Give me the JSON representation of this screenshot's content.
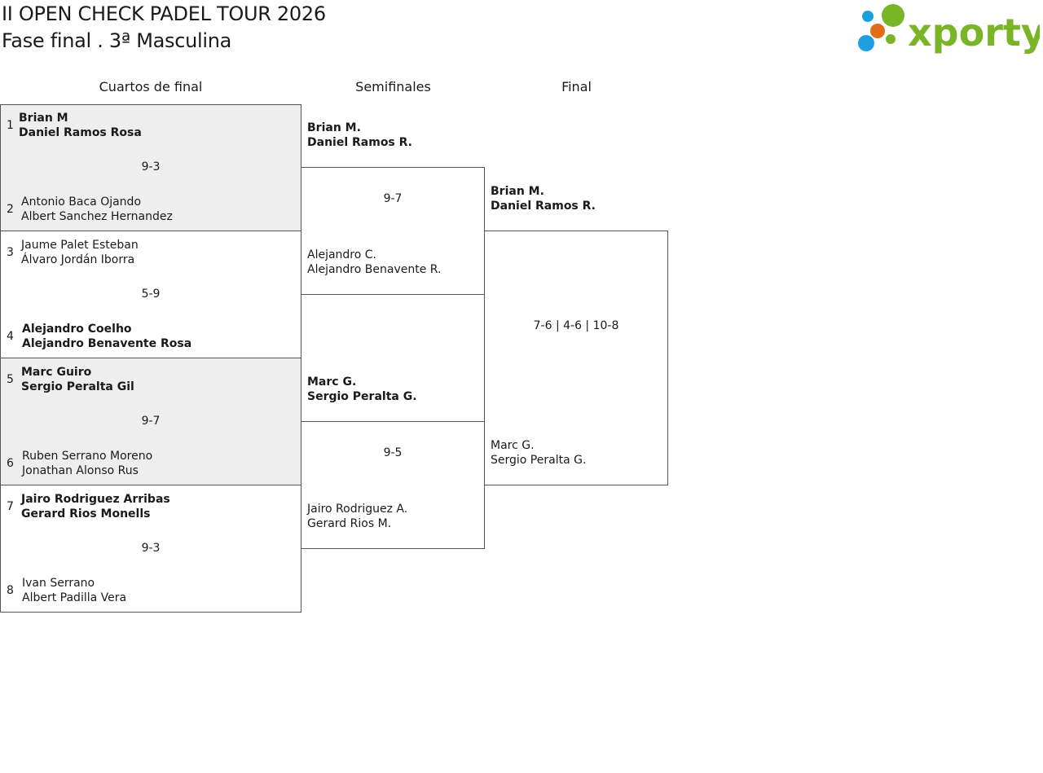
{
  "header": {
    "title": "II OPEN CHECK PADEL TOUR 2026",
    "subtitle": "Fase final . 3ª Masculina",
    "logo_text": "xporty",
    "logo_colors": [
      "#1ea0e0",
      "#e56b1a",
      "#7ab528"
    ]
  },
  "rounds": [
    "Cuartos de final",
    "Semifinales",
    "Final"
  ],
  "quarterfinals": [
    {
      "score": "9-3",
      "top": {
        "seed": "1",
        "p1": "Brian M",
        "p2": "Daniel Ramos Rosa",
        "winner": true
      },
      "bottom": {
        "seed": "2",
        "p1": "Antonio Baca Ojando",
        "p2": "Albert Sanchez Hernandez",
        "winner": false
      }
    },
    {
      "score": "5-9",
      "top": {
        "seed": "3",
        "p1": "Jaume Palet Esteban",
        "p2": "Álvaro Jordán Iborra",
        "winner": false
      },
      "bottom": {
        "seed": "4",
        "p1": "Alejandro Coelho",
        "p2": "Alejandro Benavente Rosa",
        "winner": true
      }
    },
    {
      "score": "9-7",
      "top": {
        "seed": "5",
        "p1": "Marc Guiro",
        "p2": "Sergio Peralta Gil",
        "winner": true
      },
      "bottom": {
        "seed": "6",
        "p1": "Ruben Serrano Moreno",
        "p2": "Jonathan Alonso Rus",
        "winner": false
      }
    },
    {
      "score": "9-3",
      "top": {
        "seed": "7",
        "p1": "Jairo Rodriguez Arribas",
        "p2": "Gerard Rios Monells",
        "winner": true
      },
      "bottom": {
        "seed": "8",
        "p1": "Ivan Serrano",
        "p2": "Albert Padilla Vera",
        "winner": false
      }
    }
  ],
  "semifinals": [
    {
      "score": "9-7",
      "top": {
        "p1": "Brian M.",
        "p2": "Daniel Ramos R.",
        "winner": true
      },
      "bottom": {
        "p1": "Alejandro C.",
        "p2": "Alejandro Benavente R.",
        "winner": false
      }
    },
    {
      "score": "9-5",
      "top": {
        "p1": "Marc G.",
        "p2": "Sergio Peralta G.",
        "winner": true
      },
      "bottom": {
        "p1": "Jairo Rodriguez A.",
        "p2": "Gerard Rios M.",
        "winner": false
      }
    }
  ],
  "final": {
    "score": "7-6 | 4-6 | 10-8",
    "top": {
      "p1": "Brian M.",
      "p2": "Daniel Ramos R.",
      "winner": true
    },
    "bottom": {
      "p1": "Marc G.",
      "p2": "Sergio Peralta G.",
      "winner": false
    }
  }
}
